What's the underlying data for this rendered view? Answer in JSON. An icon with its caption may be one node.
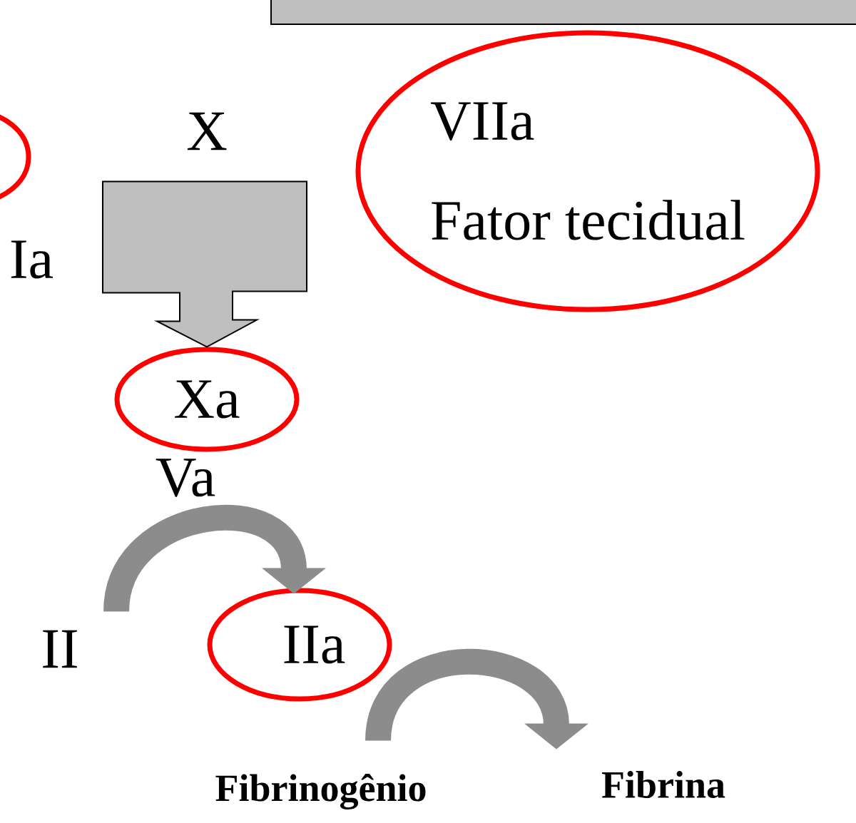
{
  "diagram": {
    "nodes": [
      {
        "text": [],
        "shape": "box"
      },
      {
        "text": [],
        "shape": "circle"
      },
      {
        "text": [
          "X"
        ]
      },
      {
        "text": [
          "Xa"
        ]
      },
      {
        "text": [
          "VIIa",
          "Fator tecidual"
        ]
      },
      {
        "text": [
          "II"
        ]
      },
      {
        "text": [
          "IIa"
        ]
      },
      {
        "text": [
          "Fibrinogênio"
        ]
      },
      {
        "text": [
          "Fibrina"
        ]
      }
    ],
    "edges": [
      {
        "from": 2,
        "to": 3,
        "arrow": "to"
      },
      {
        "from": 5,
        "to": 6,
        "arrow": "to"
      },
      {
        "from": 7,
        "to": 8,
        "arrow": "to"
      }
    ],
    "labels": [
      "Ia",
      "Va"
    ]
  }
}
